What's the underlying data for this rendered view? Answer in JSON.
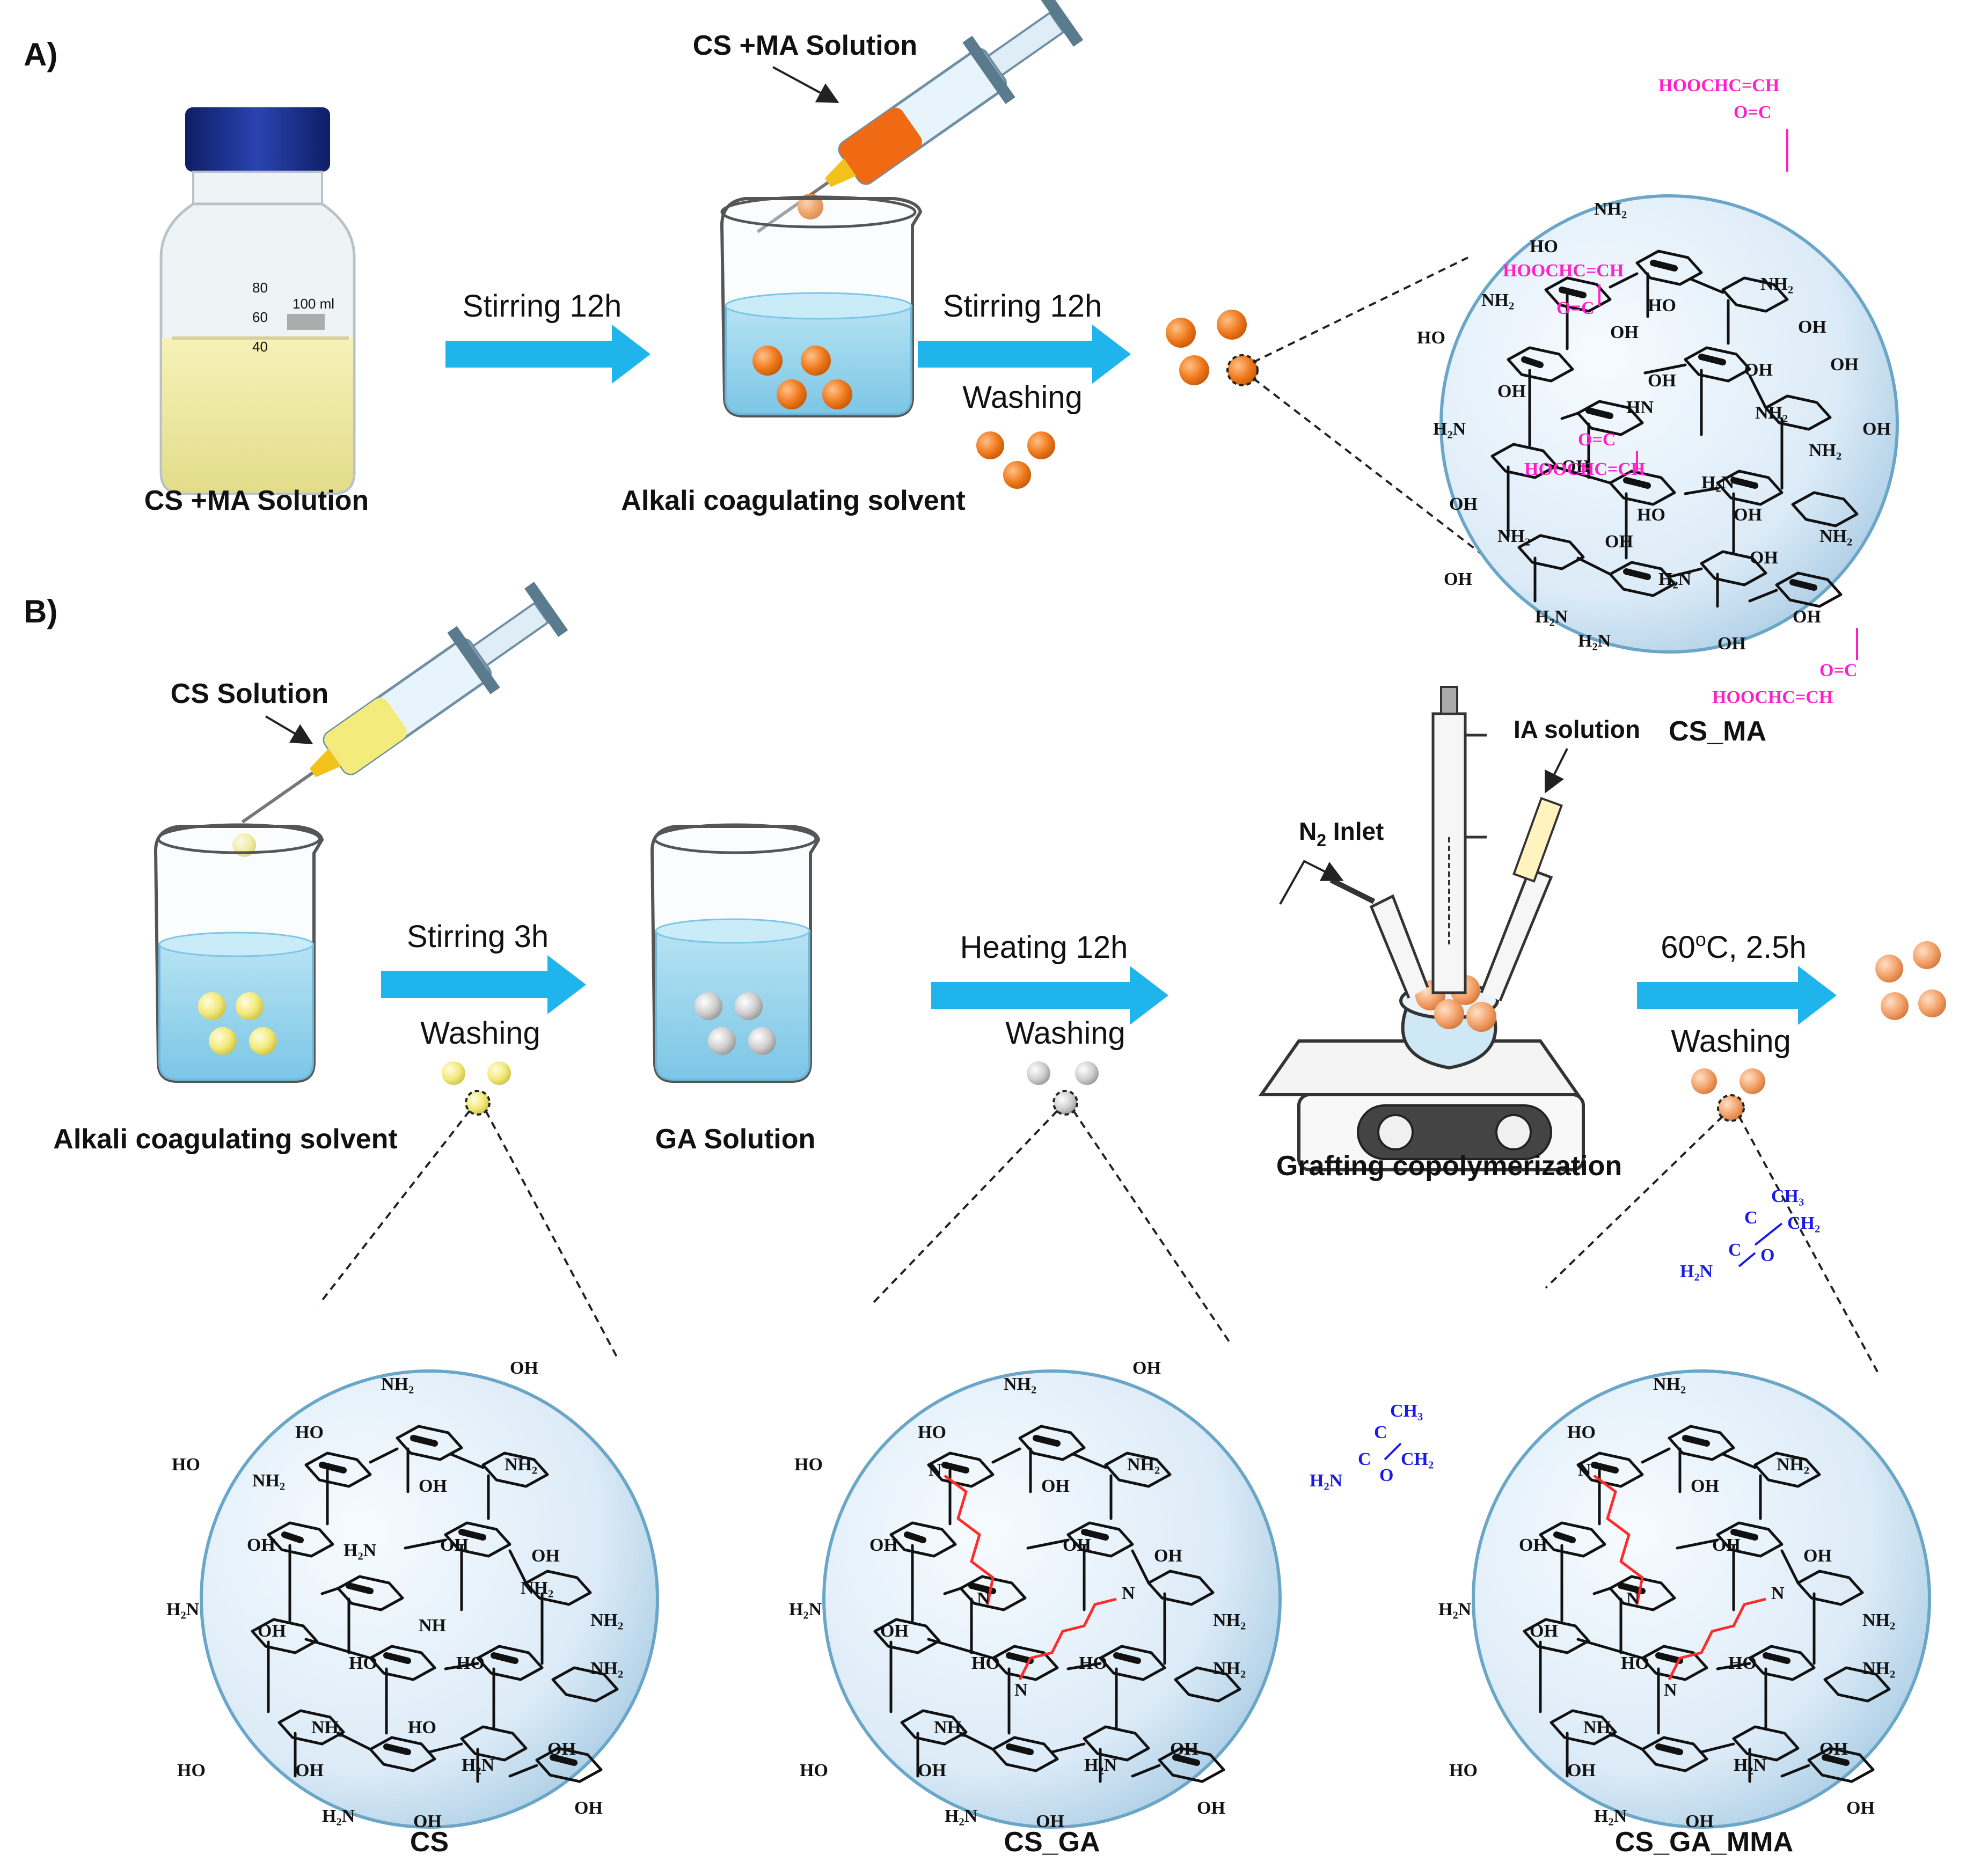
{
  "panels": {
    "a": {
      "letter": "A)"
    },
    "b": {
      "letter": "B)"
    }
  },
  "panel_a": {
    "bottle_label": "CS +MA Solution",
    "bottle_marks": [
      "80",
      "60",
      "40",
      "100 ml"
    ],
    "syringe_label": "CS +MA Solution",
    "beaker_label": "Alkali coagulating solvent",
    "arrow1_label": "Stirring 12h",
    "arrow2_label_top": "Stirring 12h",
    "arrow2_label_bottom": "Washing",
    "product_label": "CS_MA",
    "bead_color": "#f07a1c"
  },
  "panel_b": {
    "syringe_label": "CS Solution",
    "beaker1_label": "Alkali coagulating solvent",
    "arrow1_label_top": "Stirring 3h",
    "arrow1_label_bottom": "Washing",
    "beaker2_label": "GA Solution",
    "arrow2_label_top": "Heating 12h",
    "arrow2_label_bottom": "Washing",
    "n2_label": "N",
    "n2_sub": "2",
    "n2_suffix": " Inlet",
    "ia_label": "IA solution",
    "apparatus_label": "Grafting copolymerization",
    "arrow3_label_top": "60",
    "arrow3_label_sup": "o",
    "arrow3_label_rest": "C, 2.5h",
    "arrow3_label_bottom": "Washing",
    "products": [
      "CS",
      "CS_GA",
      "CS_GA_MMA"
    ],
    "bead_colors": {
      "yellow": "#f2ea7a",
      "grey": "#cfcfcf",
      "peach": "#f4a26a"
    }
  },
  "chem_labels": {
    "NH2": "NH₂",
    "H2N": "H₂N",
    "OH": "OH",
    "HO": "HO",
    "HN": "HN",
    "N": "N",
    "ma_chain_a": "HOOCHC=CH",
    "ma_carbonyl": "O=C",
    "mma_ch3": "CH₃",
    "mma_ch2": "CH₂",
    "mma_c": "C",
    "mma_o": "O",
    "mma_h2n": "H₂N"
  },
  "colors": {
    "arrow": "#1fb4ec",
    "ma_graft": "#ff1ec8",
    "ga_link": "#ff2a2a",
    "mma_graft": "#1a1ae6",
    "syringe_orange": "#f06a14",
    "syringe_yellow": "#f3ec7c",
    "bottle_cap": "#1b2f8c"
  }
}
